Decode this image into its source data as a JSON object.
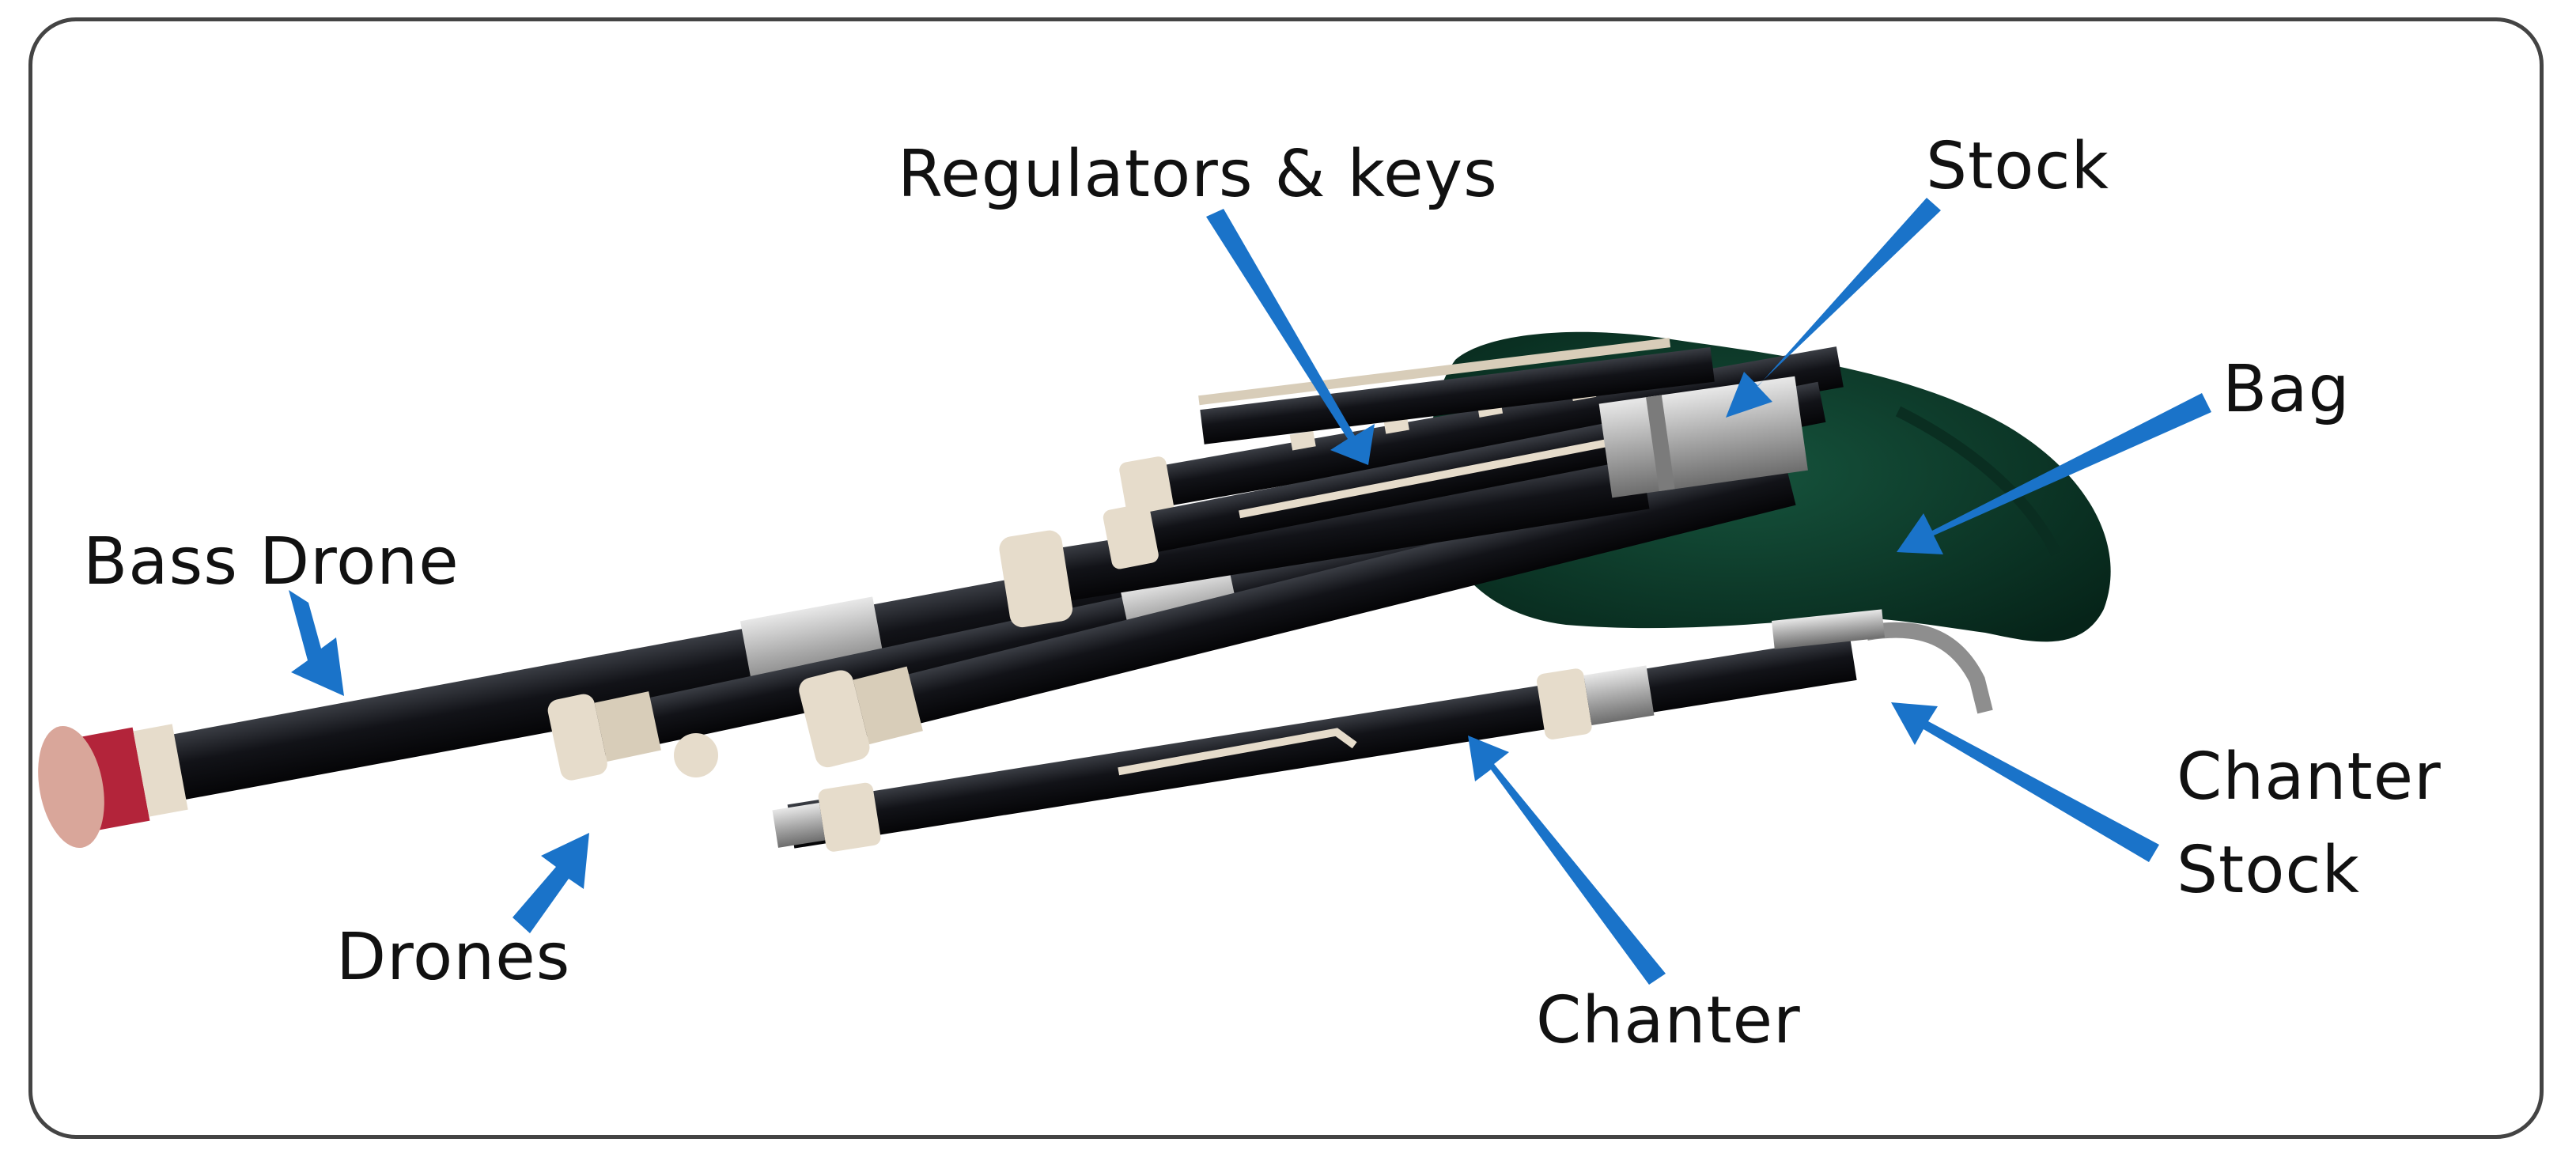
{
  "labels": {
    "regulators": "Regulators & keys",
    "stock": "Stock",
    "bag": "Bag",
    "bass_drone": "Bass Drone",
    "drones": "Drones",
    "chanter": "Chanter",
    "chanter_stock_line1": "Chanter",
    "chanter_stock_line2": "Stock"
  },
  "colors": {
    "arrow": "#1a73c9",
    "pipe": "#15171c",
    "ivory": "#e6dccb",
    "silver": "#b5b5b5",
    "bag": "#0d3b2b",
    "red_ferrule": "#b3243a",
    "frame": "#444444"
  }
}
